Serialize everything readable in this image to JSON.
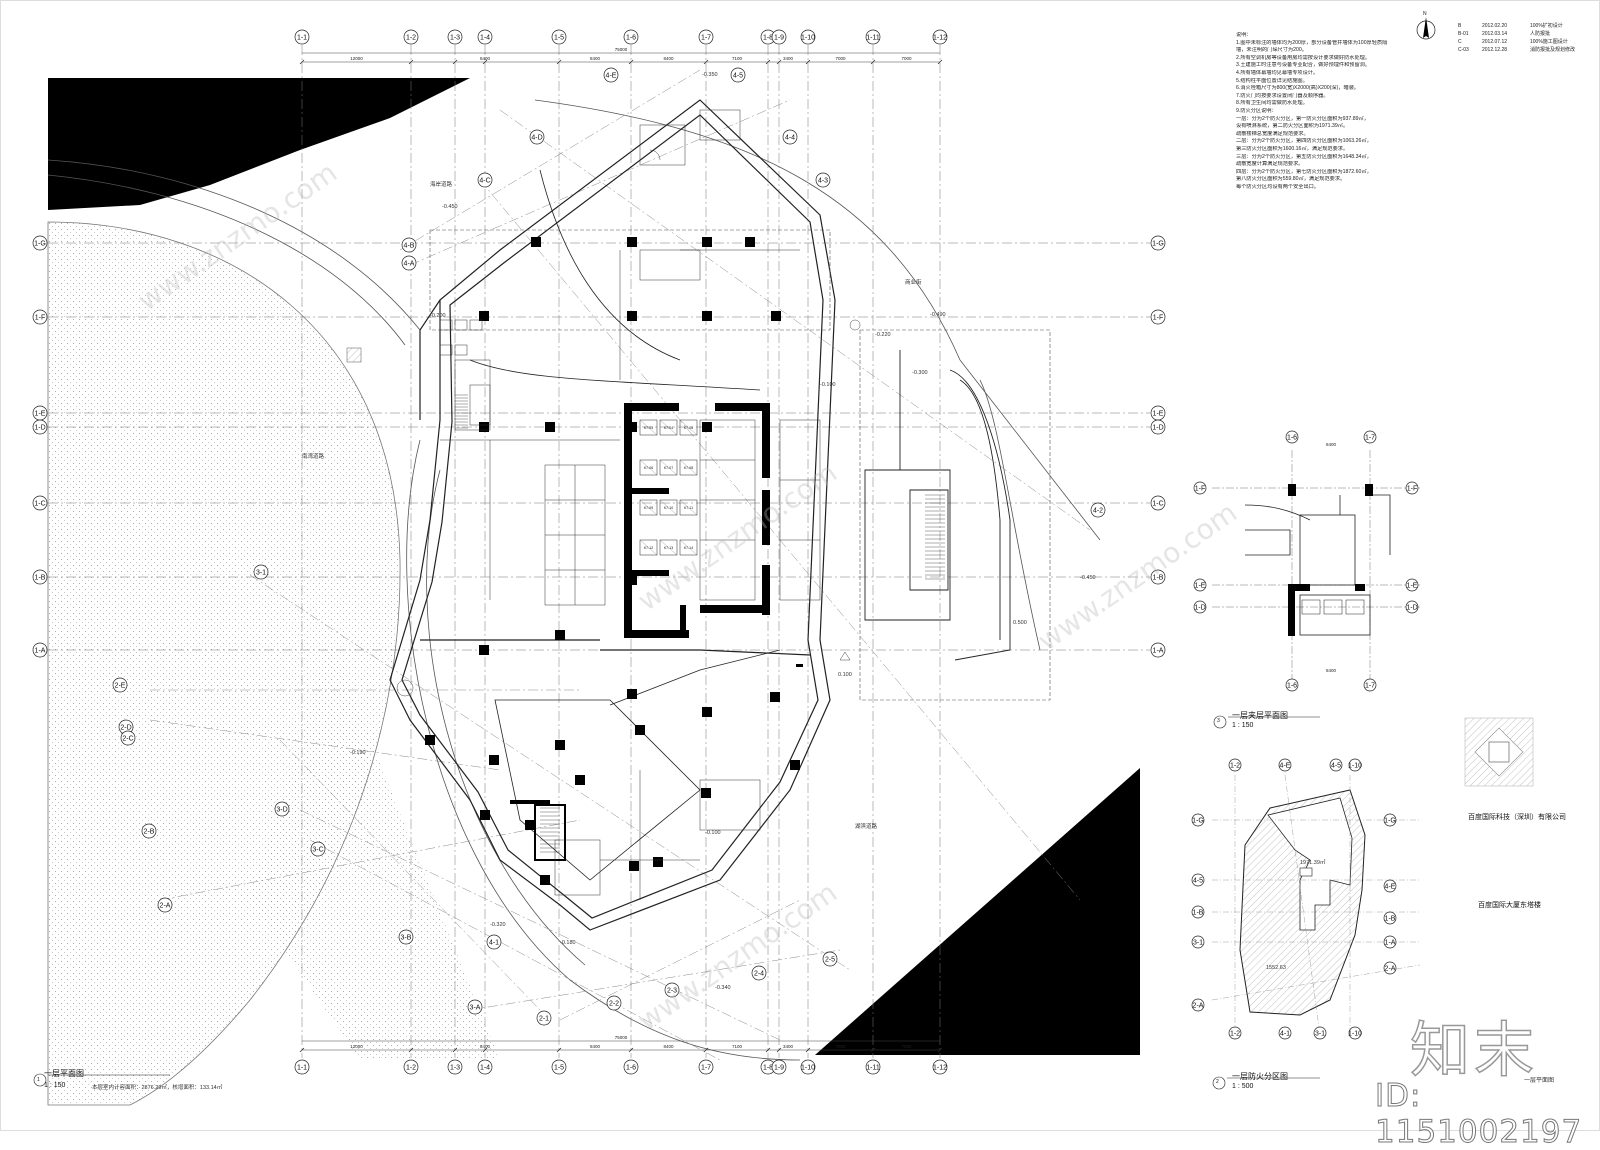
{
  "grid_columns": [
    "1-1",
    "1-2",
    "1-3",
    "1-4",
    "1-5",
    "1-6",
    "1-7",
    "1-8",
    "1-9",
    "1-10",
    "1-11",
    "1-12"
  ],
  "grid_rows": [
    "1-G",
    "1-F",
    "1-E",
    "1-D",
    "1-C",
    "1-B",
    "1-A"
  ],
  "dims_top": [
    "12000",
    "8400",
    "8400",
    "8400",
    "7100",
    "3400",
    "7000",
    "7000"
  ],
  "dims_top_total": "75000",
  "dims_bottom": [
    "12000",
    "8400",
    "8400",
    "8400",
    "7100",
    "3400",
    "7000",
    "7000"
  ],
  "dims_bottom_total": "75000",
  "axis_labels": [
    "4-A",
    "4-B",
    "4-C",
    "4-D",
    "4-E",
    "4-5",
    "4-4",
    "4-3",
    "4-2",
    "4-1",
    "3-1",
    "3-D",
    "3-C",
    "3-B",
    "3-A",
    "2-E",
    "2-D",
    "2-C",
    "2-B",
    "2-A",
    "2-1",
    "2-2",
    "2-3",
    "2-4",
    "2-5"
  ],
  "notes": {
    "title": "说明：",
    "lines": [
      "1.图中未标注的墙体均为200厚，部分设备管井墙体为100厚轻质隔",
      "  墙，未注明的门垛尺寸为200。",
      "2.所有空调机房等设备用房均需按设计要求做好防水处理。",
      "3.土建施工时注意与设备专业配合，做好预埋件和预留洞。",
      "4.所有墙体幕墙均见幕墙专项设计。",
      "5.结构柱平面位置详见结施图。",
      "6.消火栓箱尺寸为800(宽)X2000(高)X200(深)，暗装。",
      "7.防火门均按要求设置闭门器及顺序器。",
      "8.所有卫生间均需做防水处理。",
      "9.防火分区说明：",
      "  一层：分为2个防火分区，第一防火分区面积为937.89㎡，",
      "  设有喷淋系统，第二防火分区面积为1971.39㎡。",
      "  疏散楼梯总宽度满足规范要求。",
      "  二层：分为2个防火分区，第四防火分区面积为1063.26㎡，",
      "  第三防火分区面积为1600.16㎡，满足规范要求。",
      "  三层：分为2个防火分区，第五防火分区面积为1648.34㎡，",
      "  疏散宽度计算满足规范要求。",
      "  四层：分为2个防火分区，第七防火分区面积为1872.60㎡，",
      "  第八防火分区面积为559.80㎡，满足规范要求。",
      "  每个防火分区均设有两个安全出口。"
    ]
  },
  "revisions": [
    {
      "code": "B",
      "date": "2012.02.20",
      "desc": "100%扩初设计"
    },
    {
      "code": "B-01",
      "date": "2012.03.14",
      "desc": "人防报批"
    },
    {
      "code": "C",
      "date": "2012.07.12",
      "desc": "100%施工图设计"
    },
    {
      "code": "C-03",
      "date": "2012.12.28",
      "desc": "消防报批及规划修改"
    }
  ],
  "main_plan": {
    "title": "一层平面图",
    "number": "1",
    "scale": "1 : 150",
    "area_note": "本层室内计容面积：2876.29㎡，核增面积：133.14㎡"
  },
  "mezz_plan": {
    "title": "一层夹层平面图",
    "number": "3",
    "scale": "1 : 150",
    "cols": [
      "1-6",
      "1-7"
    ],
    "rows": [
      "1-F",
      "1-E",
      "1-D"
    ],
    "dims": [
      "8400"
    ]
  },
  "fire_plan": {
    "title": "一层防火分区图",
    "number": "2",
    "scale": "1 : 500",
    "cols_top": [
      "1-2",
      "4-E",
      "4-5",
      "1-10"
    ],
    "cols_bottom": [
      "1-2",
      "4-1",
      "3-1",
      "1-10"
    ],
    "rows": [
      "1-G",
      "4-5",
      "4-E",
      "1-B",
      "3-1",
      "1-A",
      "2-A",
      "2-A"
    ],
    "area_a": "1971.39㎡",
    "area_b": "1552.63"
  },
  "site_labels": {
    "road_north": "海岸道路",
    "road_east": "商业街",
    "road_west": "南湾道路",
    "road_south": "湖滨道路"
  },
  "levels": [
    "-0.350",
    "-0.450",
    "-0.200",
    "-0.100",
    "0.100",
    "-0.220",
    "-0.490",
    "-0.450",
    "-0.300",
    "0.500",
    "-0.190",
    "-0.320",
    "-0.180",
    "-0.340",
    "-0.100"
  ],
  "rooms": [
    "K7-03",
    "K7-04",
    "K7-05",
    "K7-06",
    "K7-07",
    "K7-08",
    "K7-09",
    "K7-10",
    "K7-11",
    "K7-12",
    "K7-13",
    "K7-14"
  ],
  "company": "百度国际科技（深圳）有限公司",
  "project": "百度国际大厦东塔楼",
  "drawing_name": "一层平面图",
  "watermark": {
    "logo": "知末",
    "id": "ID: 1151002197",
    "site": "www.znzmo.com"
  },
  "colors": {
    "line": "#222222",
    "poche": "#000000",
    "hatch": "#9a9a9a",
    "paper": "#ffffff"
  }
}
